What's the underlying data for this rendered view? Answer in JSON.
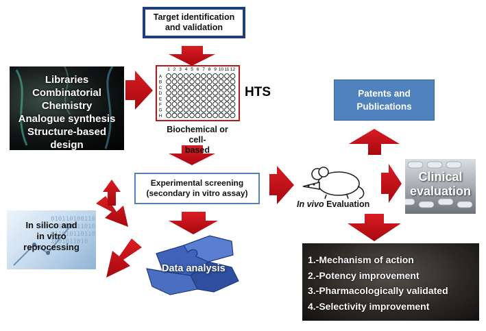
{
  "target_box": {
    "line1": "Target identification",
    "line2": "and validation"
  },
  "libraries": [
    "Libraries",
    "Combinatorial",
    "Chemistry",
    "Analogue synthesis",
    "Structure-based",
    "design"
  ],
  "plate": {
    "columns": [
      "1",
      "2",
      "3",
      "4",
      "5",
      "6",
      "7",
      "8",
      "9",
      "10",
      "11",
      "12"
    ],
    "rows": [
      "A",
      "B",
      "C",
      "D",
      "E",
      "F",
      "G",
      "H"
    ]
  },
  "hts_label": "HTS",
  "biochemical_label": {
    "line1": "Biochemical or cell-",
    "line2": "based"
  },
  "patents_box": {
    "line1": "Patents and",
    "line2": "Publications"
  },
  "experimental_box": {
    "line1": "Experimental screening",
    "line2": "(secondary in vitro assay)"
  },
  "invivo": {
    "italic": "In vivo",
    "rest": " Evaluation"
  },
  "clinical": {
    "line1": "Clinical",
    "line2": "evaluation"
  },
  "insilico": {
    "line1": "In silico and",
    "line2": "in vitro",
    "line3": "reprocessing"
  },
  "binary_digits": "0101101001101011010110100110101101101001011010",
  "data_analysis": "Data analysis",
  "outcomes": [
    "1.-Mechanism of action",
    "2.-Potency improvement",
    "3.-Pharmacologically validated",
    "4.-Selectivity improvement"
  ],
  "colors": {
    "arrow": "#c0141b",
    "dark_blue": "#1f3f7a",
    "box_blue": "#4f81bd",
    "puzzle": "#3e63b8"
  }
}
